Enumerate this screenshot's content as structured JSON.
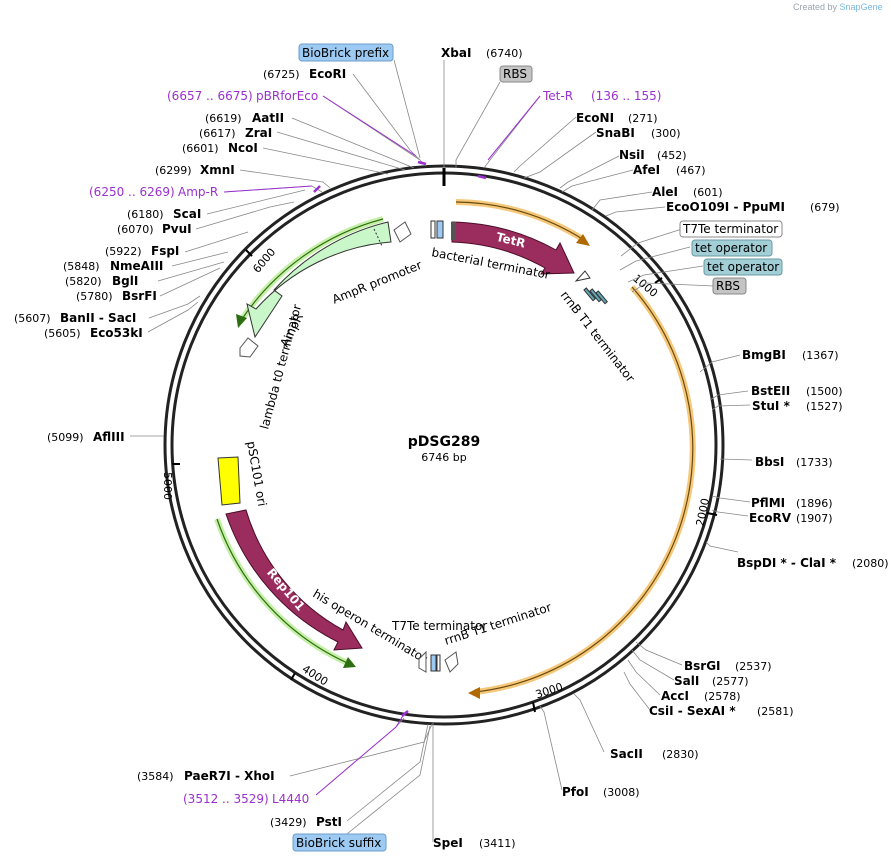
{
  "credit": {
    "prefix": "Created by",
    "brand": "SnapGene"
  },
  "plasmid": {
    "name": "pDSG289",
    "size_label": "6746 bp"
  },
  "ticks": [
    "1000",
    "2000",
    "3000",
    "4000",
    "5000",
    "6000"
  ],
  "sites": [
    {
      "name": "XbaI",
      "pos": "(6740)"
    },
    {
      "name": "EcoRI",
      "pos": "(6725)"
    },
    {
      "name": "AatII",
      "pos": "(6619)"
    },
    {
      "name": "ZraI",
      "pos": "(6617)"
    },
    {
      "name": "NcoI",
      "pos": "(6601)"
    },
    {
      "name": "XmnI",
      "pos": "(6299)"
    },
    {
      "name": "ScaI",
      "pos": "(6180)"
    },
    {
      "name": "PvuI",
      "pos": "(6070)"
    },
    {
      "name": "FspI",
      "pos": "(5922)"
    },
    {
      "name": "NmeAIII",
      "pos": "(5848)"
    },
    {
      "name": "BglI",
      "pos": "(5820)"
    },
    {
      "name": "BsrFI",
      "pos": "(5780)"
    },
    {
      "name": "BanII - SacI",
      "pos": "(5607)"
    },
    {
      "name": "Eco53kI",
      "pos": "(5605)"
    },
    {
      "name": "AflIII",
      "pos": "(5099)"
    },
    {
      "name": "EcoNI",
      "pos": "(271)"
    },
    {
      "name": "SnaBI",
      "pos": "(300)"
    },
    {
      "name": "NsiI",
      "pos": "(452)"
    },
    {
      "name": "AfeI",
      "pos": "(467)"
    },
    {
      "name": "AleI",
      "pos": "(601)"
    },
    {
      "name": "EcoO109I - PpuMI",
      "pos": "(679)"
    },
    {
      "name": "BmgBI",
      "pos": "(1367)"
    },
    {
      "name": "BstEII",
      "pos": "(1500)"
    },
    {
      "name": "StuI *",
      "pos": "(1527)"
    },
    {
      "name": "BbsI",
      "pos": "(1733)"
    },
    {
      "name": "PflMI",
      "pos": "(1896)"
    },
    {
      "name": "EcoRV",
      "pos": "(1907)"
    },
    {
      "name": "BspDI * - ClaI *",
      "pos": "(2080)"
    },
    {
      "name": "BsrGI",
      "pos": "(2537)"
    },
    {
      "name": "SalI",
      "pos": "(2577)"
    },
    {
      "name": "AccI",
      "pos": "(2578)"
    },
    {
      "name": "CsiI - SexAI *",
      "pos": "(2581)"
    },
    {
      "name": "SacII",
      "pos": "(2830)"
    },
    {
      "name": "PfoI",
      "pos": "(3008)"
    },
    {
      "name": "SpeI",
      "pos": "(3411)"
    },
    {
      "name": "PstI",
      "pos": "(3429)"
    },
    {
      "name": "PaeR7I - XhoI",
      "pos": "(3584)"
    }
  ],
  "primers": [
    {
      "name": "pBRforEco",
      "range": "(6657 .. 6675)"
    },
    {
      "name": "Amp-R",
      "range": "(6250 .. 6269)"
    },
    {
      "name": "Tet-R",
      "range": "(136 .. 155)"
    },
    {
      "name": "L4440",
      "range": "(3512 .. 3529)"
    }
  ],
  "boxes": [
    {
      "text": "BioBrick prefix",
      "kind": "biobrick"
    },
    {
      "text": "RBS",
      "kind": "rbs"
    },
    {
      "text": "T7Te terminator",
      "kind": "terminator"
    },
    {
      "text": "tet operator",
      "kind": "operator"
    },
    {
      "text": "tet operator",
      "kind": "operator"
    },
    {
      "text": "RBS",
      "kind": "rbs"
    },
    {
      "text": "BioBrick suffix",
      "kind": "biobrick"
    }
  ],
  "features": {
    "tetr": "TetR",
    "ampr": "AmpR",
    "rep101": "Rep101",
    "ampr_promoter": "AmpR promoter",
    "bacterial_terminator": "bacterial terminator",
    "rrnb_t1_top": "rrnB T1 terminator",
    "lambda_t0": "lambda t0 terminator",
    "psc101_ori": "pSC101 ori",
    "his_operon": "his operon terminator",
    "t7te_bottom": "T7Te terminator",
    "rrnb_t1_bottom": "rrnB T1 terminator"
  },
  "colors": {
    "backbone": "#222222",
    "cds": "#9b2c5e",
    "promoter": "#c9f7c9",
    "ori": "#ffff00",
    "primer": "#9b30d0",
    "orange_arc": "#f0a020",
    "green_arc": "#4caf1a",
    "biobrick_fill": "#9ccaf3",
    "operator_fill": "#a2ced6",
    "rbs_fill": "#c4c4c4"
  }
}
